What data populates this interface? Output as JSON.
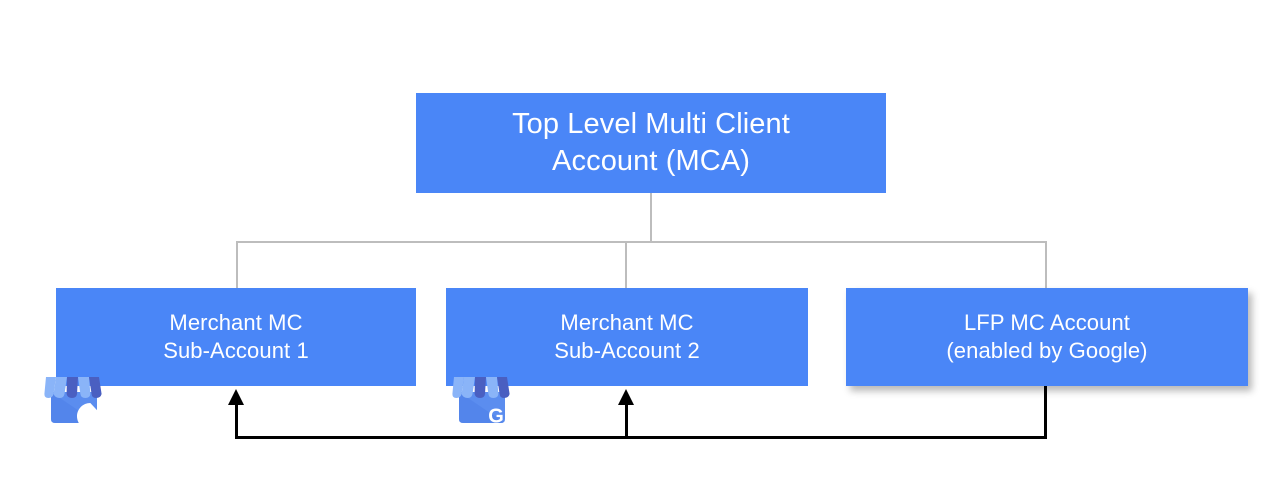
{
  "diagram": {
    "title_text": "",
    "colors": {
      "node_fill": "#4a86f7",
      "node_text": "#ffffff",
      "connector_gray": "#bdbdbd",
      "flow_black": "#000000",
      "gmb_light_blue": "#8ab4f8",
      "gmb_dark_blue": "#4a5fc1",
      "gmb_mid_blue": "#5b8def",
      "background": "#ffffff"
    },
    "nodes": {
      "mca": {
        "label": "Top Level Multi Client\nAccount (MCA)",
        "line1": "Top Level Multi Client",
        "line2": "Account (MCA)"
      },
      "sub1": {
        "label": "Merchant MC\nSub-Account 1",
        "line1": "Merchant MC",
        "line2": "Sub-Account 1"
      },
      "sub2": {
        "label": "Merchant MC\nSub-Account 2",
        "line1": "Merchant MC",
        "line2": "Sub-Account 2"
      },
      "lfp": {
        "label": "LFP MC Account\n(enabled by Google)",
        "line1": "LFP MC Account",
        "line2": "(enabled by Google)"
      }
    },
    "icons": {
      "gmb_1": "google-my-business-icon",
      "gmb_2": "google-my-business-icon"
    },
    "connectors": {
      "tree": "gray-elbow-tree-from-mca-to-three-children",
      "flow": "black-arrow-from-lfp-account-to-both-merchant-sub-accounts"
    }
  }
}
